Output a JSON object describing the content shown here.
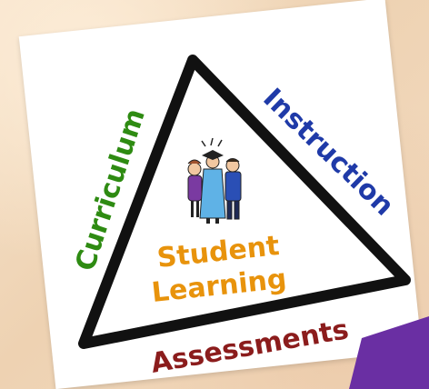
{
  "diagram": {
    "sides": {
      "left": "Curriculum",
      "right": "Instruction",
      "bottom": "Assessments"
    },
    "center": {
      "line1": "Student",
      "line2": "Learning"
    }
  },
  "colors": {
    "left_label": "#2e8b12",
    "right_label": "#1f3aa8",
    "bottom_label": "#8b1c1c",
    "center_label": "#e8930c",
    "triangle": "#111111",
    "corner_accent": "#6a2fa3",
    "background": "#f3dcc0",
    "card": "#ffffff"
  },
  "icons": {
    "center_illustration": "graduation-group-icon"
  }
}
